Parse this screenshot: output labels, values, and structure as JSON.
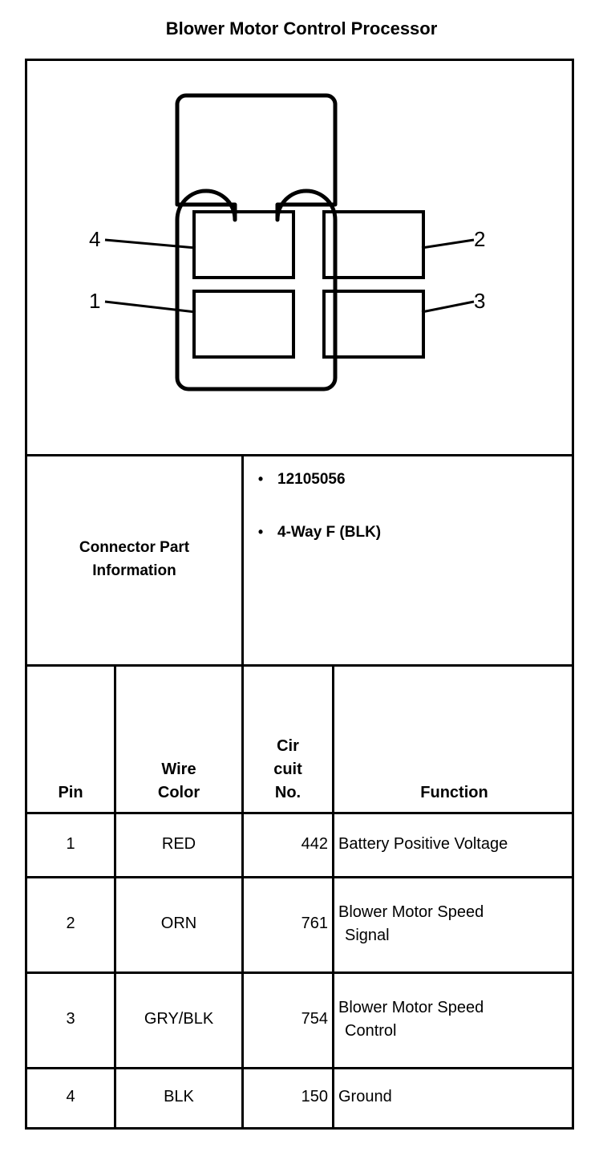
{
  "title": "Blower Motor Control Processor",
  "connector_diagram": {
    "name": "4-way-connector-face-view",
    "pin_callouts": [
      {
        "label": "4",
        "position": "top-left"
      },
      {
        "label": "2",
        "position": "top-right"
      },
      {
        "label": "1",
        "position": "bottom-left"
      },
      {
        "label": "3",
        "position": "bottom-right"
      }
    ]
  },
  "connector_part_information": {
    "label": "Connector Part\nInformation",
    "label_line1": "Connector Part",
    "label_line2": "Information",
    "bullet_glyph": "•",
    "items": [
      "12105056",
      "4-Way F (BLK)"
    ]
  },
  "pin_table": {
    "headers": {
      "pin": "Pin",
      "wire_color_line1": "Wire",
      "wire_color_line2": "Color",
      "circuit_no_line1": "Cir",
      "circuit_no_line2": "cuit",
      "circuit_no_line3": "No.",
      "function": "Function"
    },
    "rows": [
      {
        "pin": "1",
        "wire_color": "RED",
        "circuit_no": "442",
        "function_line1": "Battery Positive Voltage",
        "function_line2": ""
      },
      {
        "pin": "2",
        "wire_color": "ORN",
        "circuit_no": "761",
        "function_line1": "Blower Motor Speed",
        "function_line2": "Signal"
      },
      {
        "pin": "3",
        "wire_color": "GRY/BLK",
        "circuit_no": "754",
        "function_line1": "Blower Motor Speed",
        "function_line2": "Control"
      },
      {
        "pin": "4",
        "wire_color": "BLK",
        "circuit_no": "150",
        "function_line1": "Ground",
        "function_line2": ""
      }
    ]
  },
  "colors": {
    "ink": "#000000",
    "paper": "#ffffff"
  }
}
